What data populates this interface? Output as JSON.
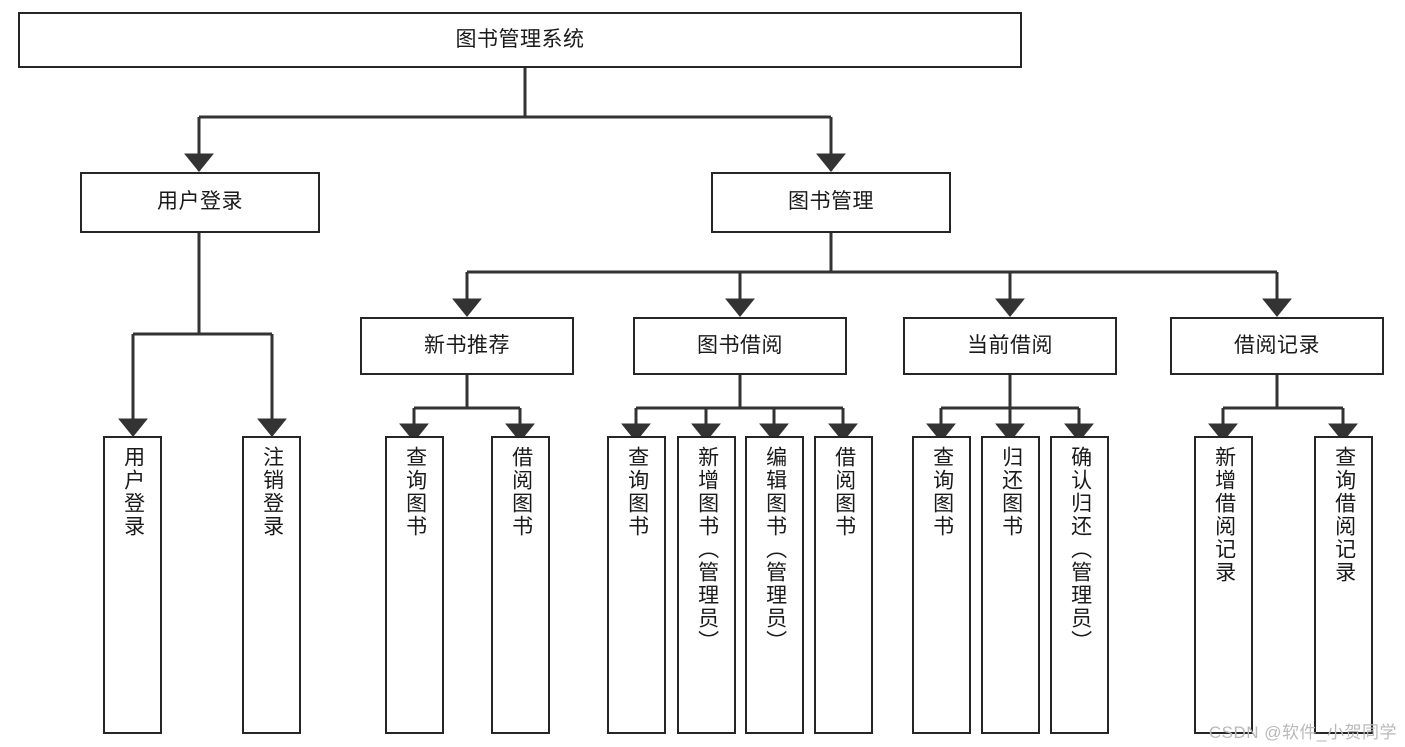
{
  "diagram": {
    "title": "图书管理系统",
    "type": "tree-hierarchy-chart",
    "root": {
      "id": "root",
      "label": "图书管理系统"
    },
    "level2": [
      {
        "id": "user-login",
        "label": "用户登录"
      },
      {
        "id": "book-manage",
        "label": "图书管理"
      }
    ],
    "level3": [
      {
        "id": "new-book-recommend",
        "label": "新书推荐",
        "parent": "book-manage"
      },
      {
        "id": "book-borrow",
        "label": "图书借阅",
        "parent": "book-manage"
      },
      {
        "id": "current-borrow",
        "label": "当前借阅",
        "parent": "book-manage"
      },
      {
        "id": "borrow-record",
        "label": "借阅记录",
        "parent": "book-manage"
      }
    ],
    "leaves": {
      "user_login": [
        {
          "id": "leaf-user-login",
          "label": "用户登录"
        },
        {
          "id": "leaf-logout-login",
          "label": "注销登录"
        }
      ],
      "new_book_recommend": [
        {
          "id": "leaf-query-book-1",
          "label": "查询图书"
        },
        {
          "id": "leaf-borrow-book-1",
          "label": "借阅图书"
        }
      ],
      "book_borrow": [
        {
          "id": "leaf-query-book-2",
          "label": "查询图书"
        },
        {
          "id": "leaf-add-book",
          "label": "新增图书（管理员）"
        },
        {
          "id": "leaf-edit-book",
          "label": "编辑图书（管理员）"
        },
        {
          "id": "leaf-borrow-book-2",
          "label": "借阅图书"
        }
      ],
      "current_borrow": [
        {
          "id": "leaf-query-book-3",
          "label": "查询图书"
        },
        {
          "id": "leaf-return-book",
          "label": "归还图书"
        },
        {
          "id": "leaf-confirm-return",
          "label": "确认归还（管理员）"
        }
      ],
      "borrow_record": [
        {
          "id": "leaf-add-record",
          "label": "新增借阅记录"
        },
        {
          "id": "leaf-query-record",
          "label": "查询借阅记录"
        }
      ]
    }
  },
  "watermark": {
    "text": "CSDN @软件_小贺同学"
  },
  "colors": {
    "background": "#ffffff",
    "box_border": "#262626",
    "box_fill": "#ffffff",
    "text": "#1a1a1a",
    "connector": "#333333",
    "watermark": "#b9b9b9"
  }
}
